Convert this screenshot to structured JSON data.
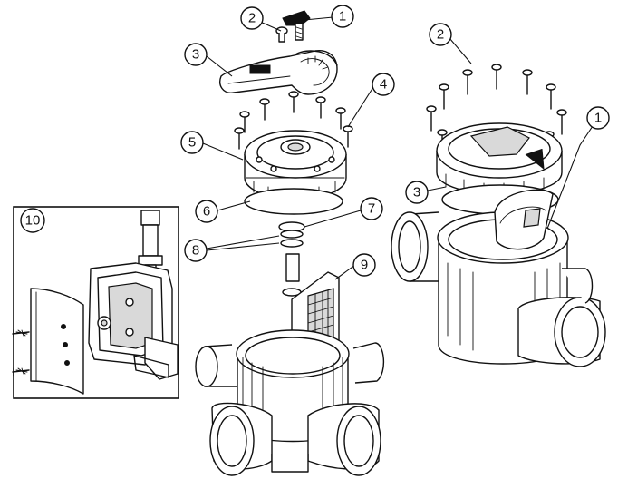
{
  "callouts": {
    "left_1": "1",
    "left_2": "2",
    "left_3": "3",
    "left_4": "4",
    "left_5": "5",
    "left_6": "6",
    "left_7": "7",
    "left_8": "8",
    "left_9": "9",
    "inset_10": "10",
    "right_1": "1",
    "right_2": "2",
    "right_3": "3"
  }
}
